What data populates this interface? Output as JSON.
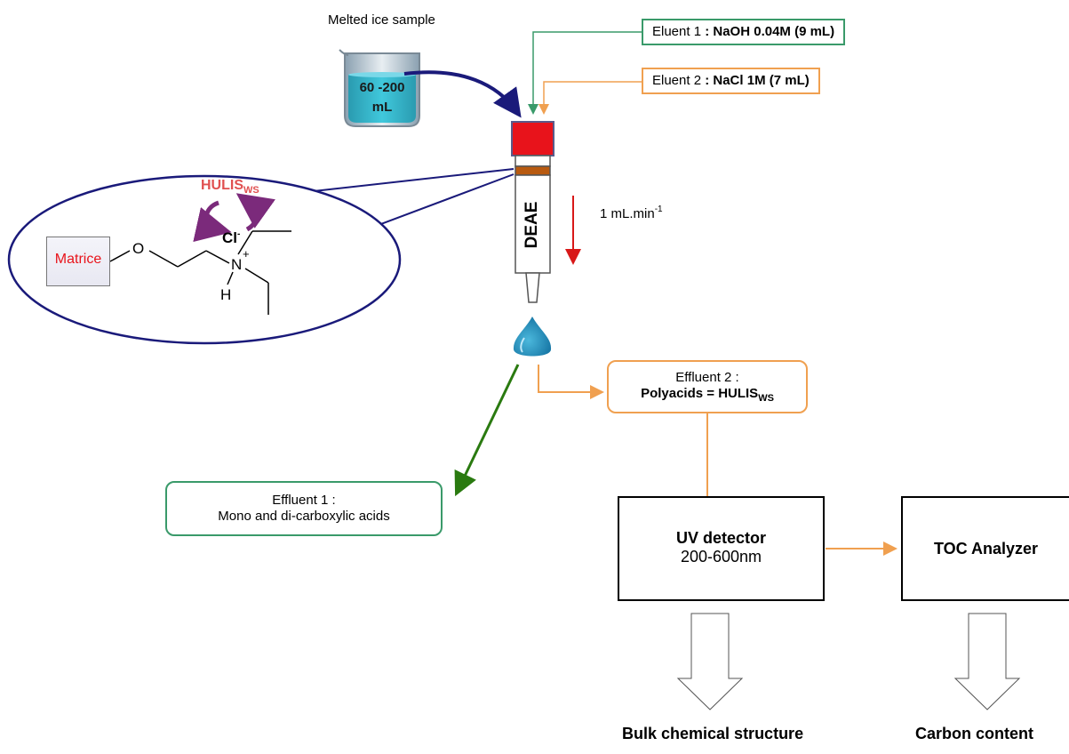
{
  "sample": {
    "label": "Melted ice sample",
    "volume_line1": "60 -200",
    "volume_line2": "mL"
  },
  "eluent1": {
    "prefix": "Eluent 1",
    "value": ": NaOH 0.04M (9 mL)"
  },
  "eluent2": {
    "prefix": "Eluent 2",
    "value": ": NaCl 1M (7 mL)"
  },
  "column": {
    "label": "DEAE"
  },
  "flow": {
    "text": "1 mL.min",
    "exponent": "-1"
  },
  "molecule": {
    "hulis": "HULIS",
    "hulis_sub": "WS",
    "matrice": "Matrice",
    "oxygen": "O",
    "chloride": "Cl",
    "chloride_charge": "-",
    "nitrogen": "N",
    "nitrogen_charge": "+",
    "hydrogen": "H"
  },
  "effluent2": {
    "line1": "Effluent 2 :",
    "line2": "Polyacids = HULIS",
    "line2_sub": "WS"
  },
  "effluent1": {
    "line1": "Effluent 1 :",
    "line2": "Mono and di-carboxylic acids"
  },
  "uv_detector": {
    "title": "UV detector",
    "range": "200-600nm"
  },
  "toc": {
    "title": "TOC Analyzer"
  },
  "outputs": {
    "uv": "Bulk chemical structure",
    "toc": "Carbon content"
  },
  "colors": {
    "green": "#3a9a6a",
    "orange": "#f0a050",
    "navy": "#1a1a7a",
    "red": "#e8131b",
    "purple": "#7b2a7b"
  }
}
